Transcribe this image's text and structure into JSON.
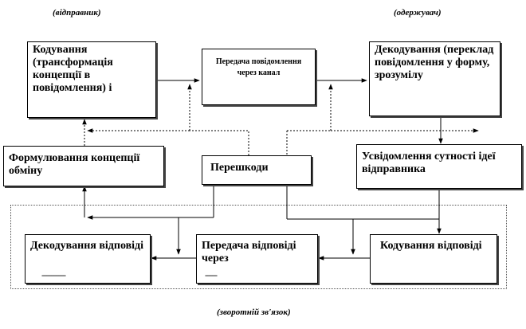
{
  "captions": {
    "sender": "(відправник)",
    "receiver": "(одержувач)",
    "feedback": "(зворотній зв'язок)"
  },
  "boxes": {
    "encoding": "Кодування (трансформація концепції в повідомлення) і",
    "transmission": "Передача повідомлення через канал",
    "decoding": "Декодування (переклад повідомлення у форму, зрозумілу",
    "formulation": "Формулювання концепції обміну",
    "noise": "Перешкоди",
    "awareness": "Усвідомлення сутності ідеї відправника",
    "reply_decoding": "Декодування відповіді",
    "reply_transmission": "Передача відповіді через",
    "reply_encoding": "Кодування відповіді"
  },
  "trailing_marks": {
    "reply_decoding": "----------",
    "reply_transmission": "-----"
  }
}
